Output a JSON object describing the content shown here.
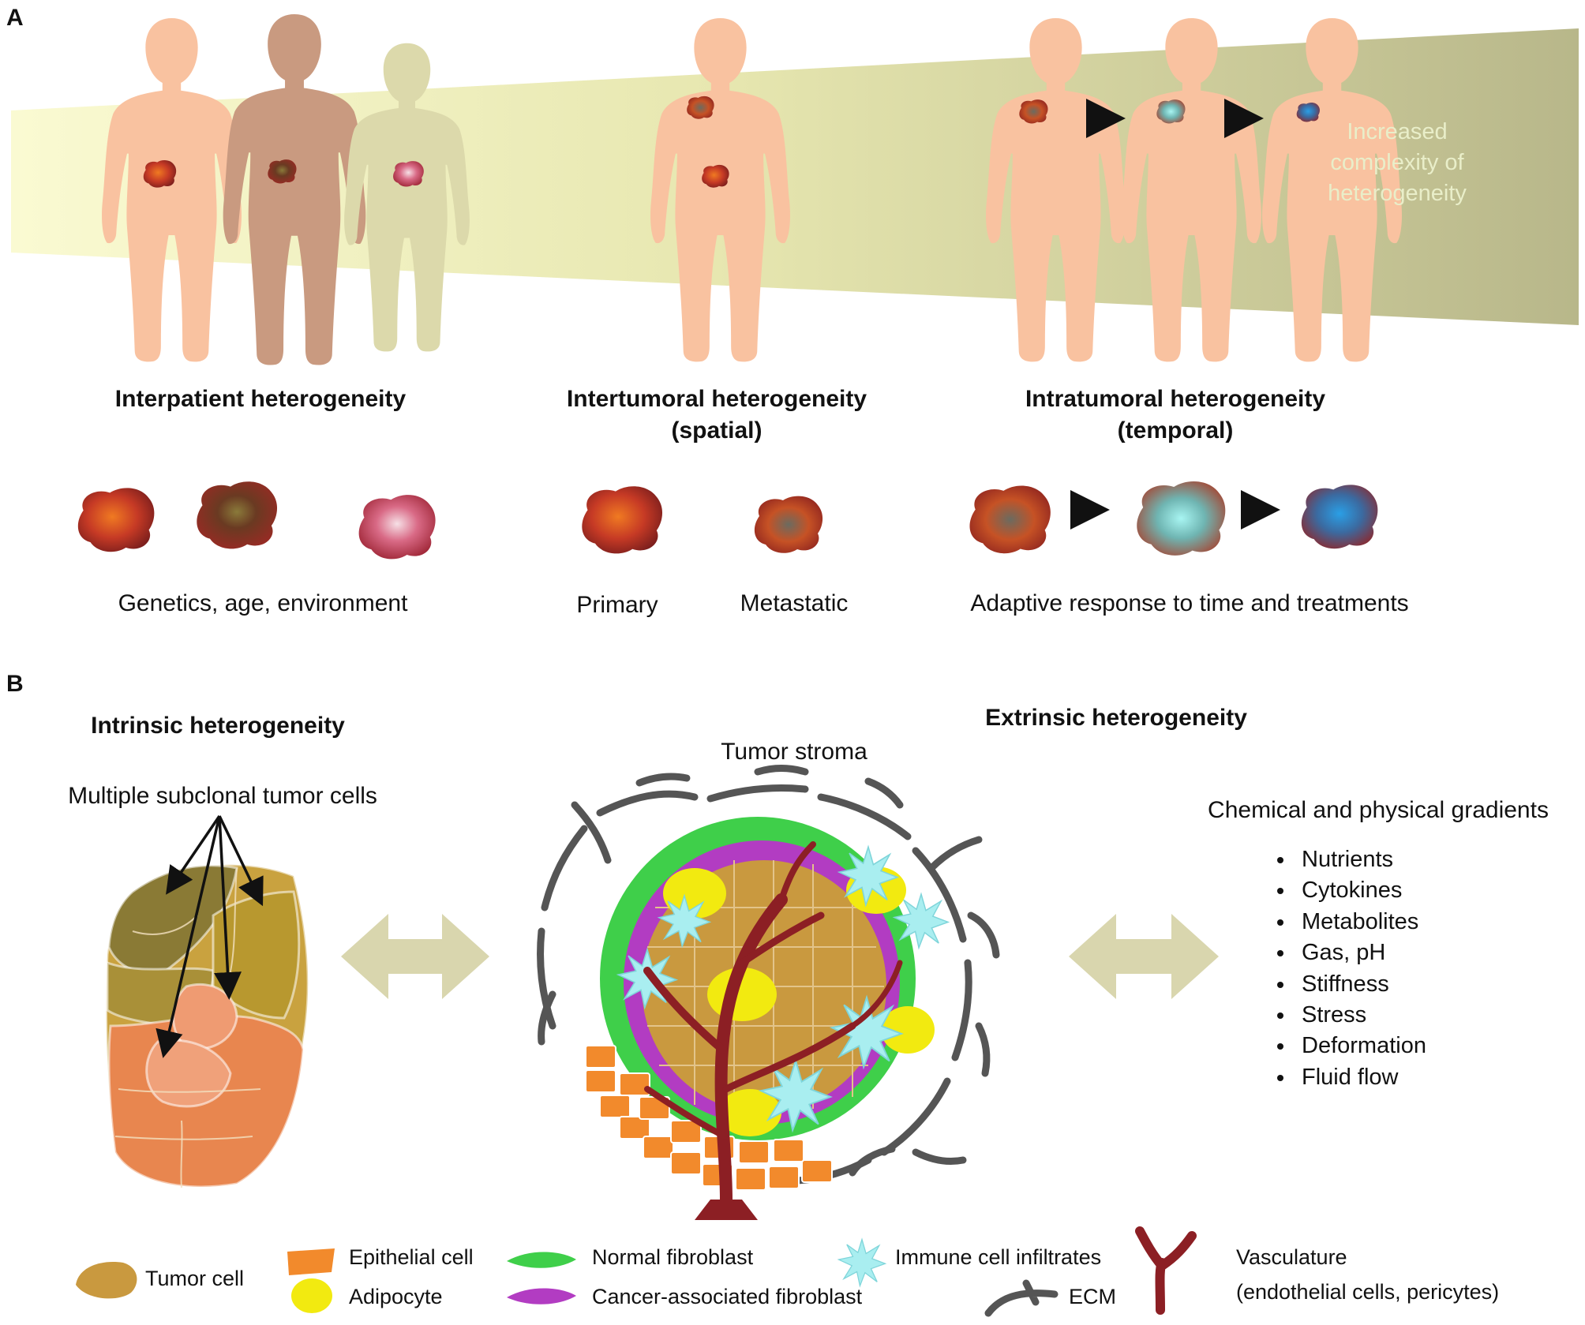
{
  "panel_a": {
    "label": "A",
    "gradient_label": [
      "Increased",
      "complexity of",
      "heterogeneity"
    ],
    "groups": [
      {
        "title": [
          "Interpatient heterogeneity"
        ],
        "caption": "Genetics, age, environment"
      },
      {
        "title": [
          "Intertumoral heterogeneity",
          "(spatial)"
        ],
        "captions": [
          "Primary",
          "Metastatic"
        ]
      },
      {
        "title": [
          "Intratumoral heterogeneity",
          "(temporal)"
        ],
        "caption": "Adaptive response to time and treatments"
      }
    ]
  },
  "panel_b": {
    "label": "B",
    "intrinsic": {
      "title": "Intrinsic heterogeneity",
      "annotation": "Multiple subclonal tumor cells"
    },
    "extrinsic": {
      "title": "Extrinsic heterogeneity",
      "stroma": "Tumor stroma"
    },
    "gradients": {
      "title": "Chemical and physical gradients",
      "items": [
        "Nutrients",
        "Cytokines",
        "Metabolites",
        "Gas, pH",
        "Stiffness",
        "Stress",
        "Deformation",
        "Fluid flow"
      ]
    }
  },
  "legend": [
    {
      "label": [
        "Tumor cell"
      ],
      "color": "#c9993f"
    },
    {
      "label": [
        "Epithelial cell"
      ],
      "color": "#f28a2c"
    },
    {
      "label": [
        "Adipocyte"
      ],
      "color": "#f2ea10"
    },
    {
      "label": [
        "Normal fibroblast"
      ],
      "color": "#3fcf4a"
    },
    {
      "label": [
        "Cancer-associated fibroblast"
      ],
      "color": "#b23cc2"
    },
    {
      "label": [
        "Immune cell infiltrates"
      ],
      "color": "#a9eef0"
    },
    {
      "label": [
        "ECM"
      ],
      "color": "#555555"
    },
    {
      "label": [
        "Vasculature",
        "(endothelial cells, pericytes)"
      ],
      "color": "#8c1f24"
    }
  ],
  "colors": {
    "skin": "#f9c2a0",
    "skin_dark": "#c99a80",
    "skin_pale": "#dcd9ab",
    "gradient_band": "#c9c899",
    "tumor": "#b6342a",
    "arrow_band": "#d9d6ae"
  }
}
